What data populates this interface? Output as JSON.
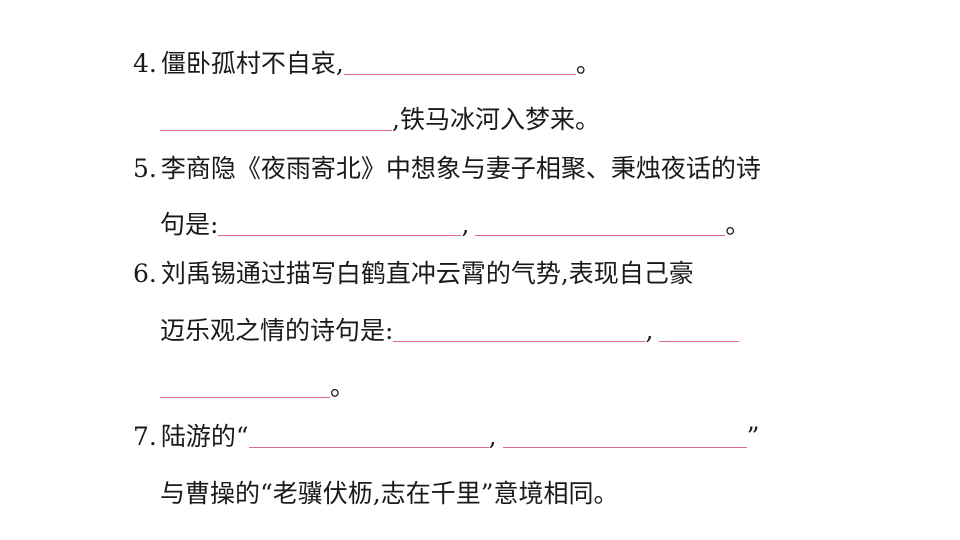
{
  "colors": {
    "blank_line": "#e0659a",
    "text": "#1a1a1a"
  },
  "q4": {
    "l1_num": "4.",
    "l1_text": "僵卧孤村不自哀,",
    "l1_end": "。",
    "l2_text": ",铁马冰河入梦来。"
  },
  "q5": {
    "l1_num": "5.",
    "l1_text": "李商隐《夜雨寄北》中想象与妻子相聚、秉烛夜话的诗",
    "l2_text": "句是:",
    "l2_comma": ",",
    "l2_end": "。"
  },
  "q6": {
    "l1_num": "6.",
    "l1_text": "刘禹锡通过描写白鹤直冲云霄的气势,表现自己豪",
    "l2_text": "迈乐观之情的诗句是:",
    "l2_comma": ",",
    "l3_end": "。"
  },
  "q7": {
    "l1_num": "7.",
    "l1_text": "陆游的“",
    "l1_comma": ",",
    "l1_end": "”",
    "l2_text": "与曹操的“老骥伏枥,志在千里”意境相同。"
  }
}
